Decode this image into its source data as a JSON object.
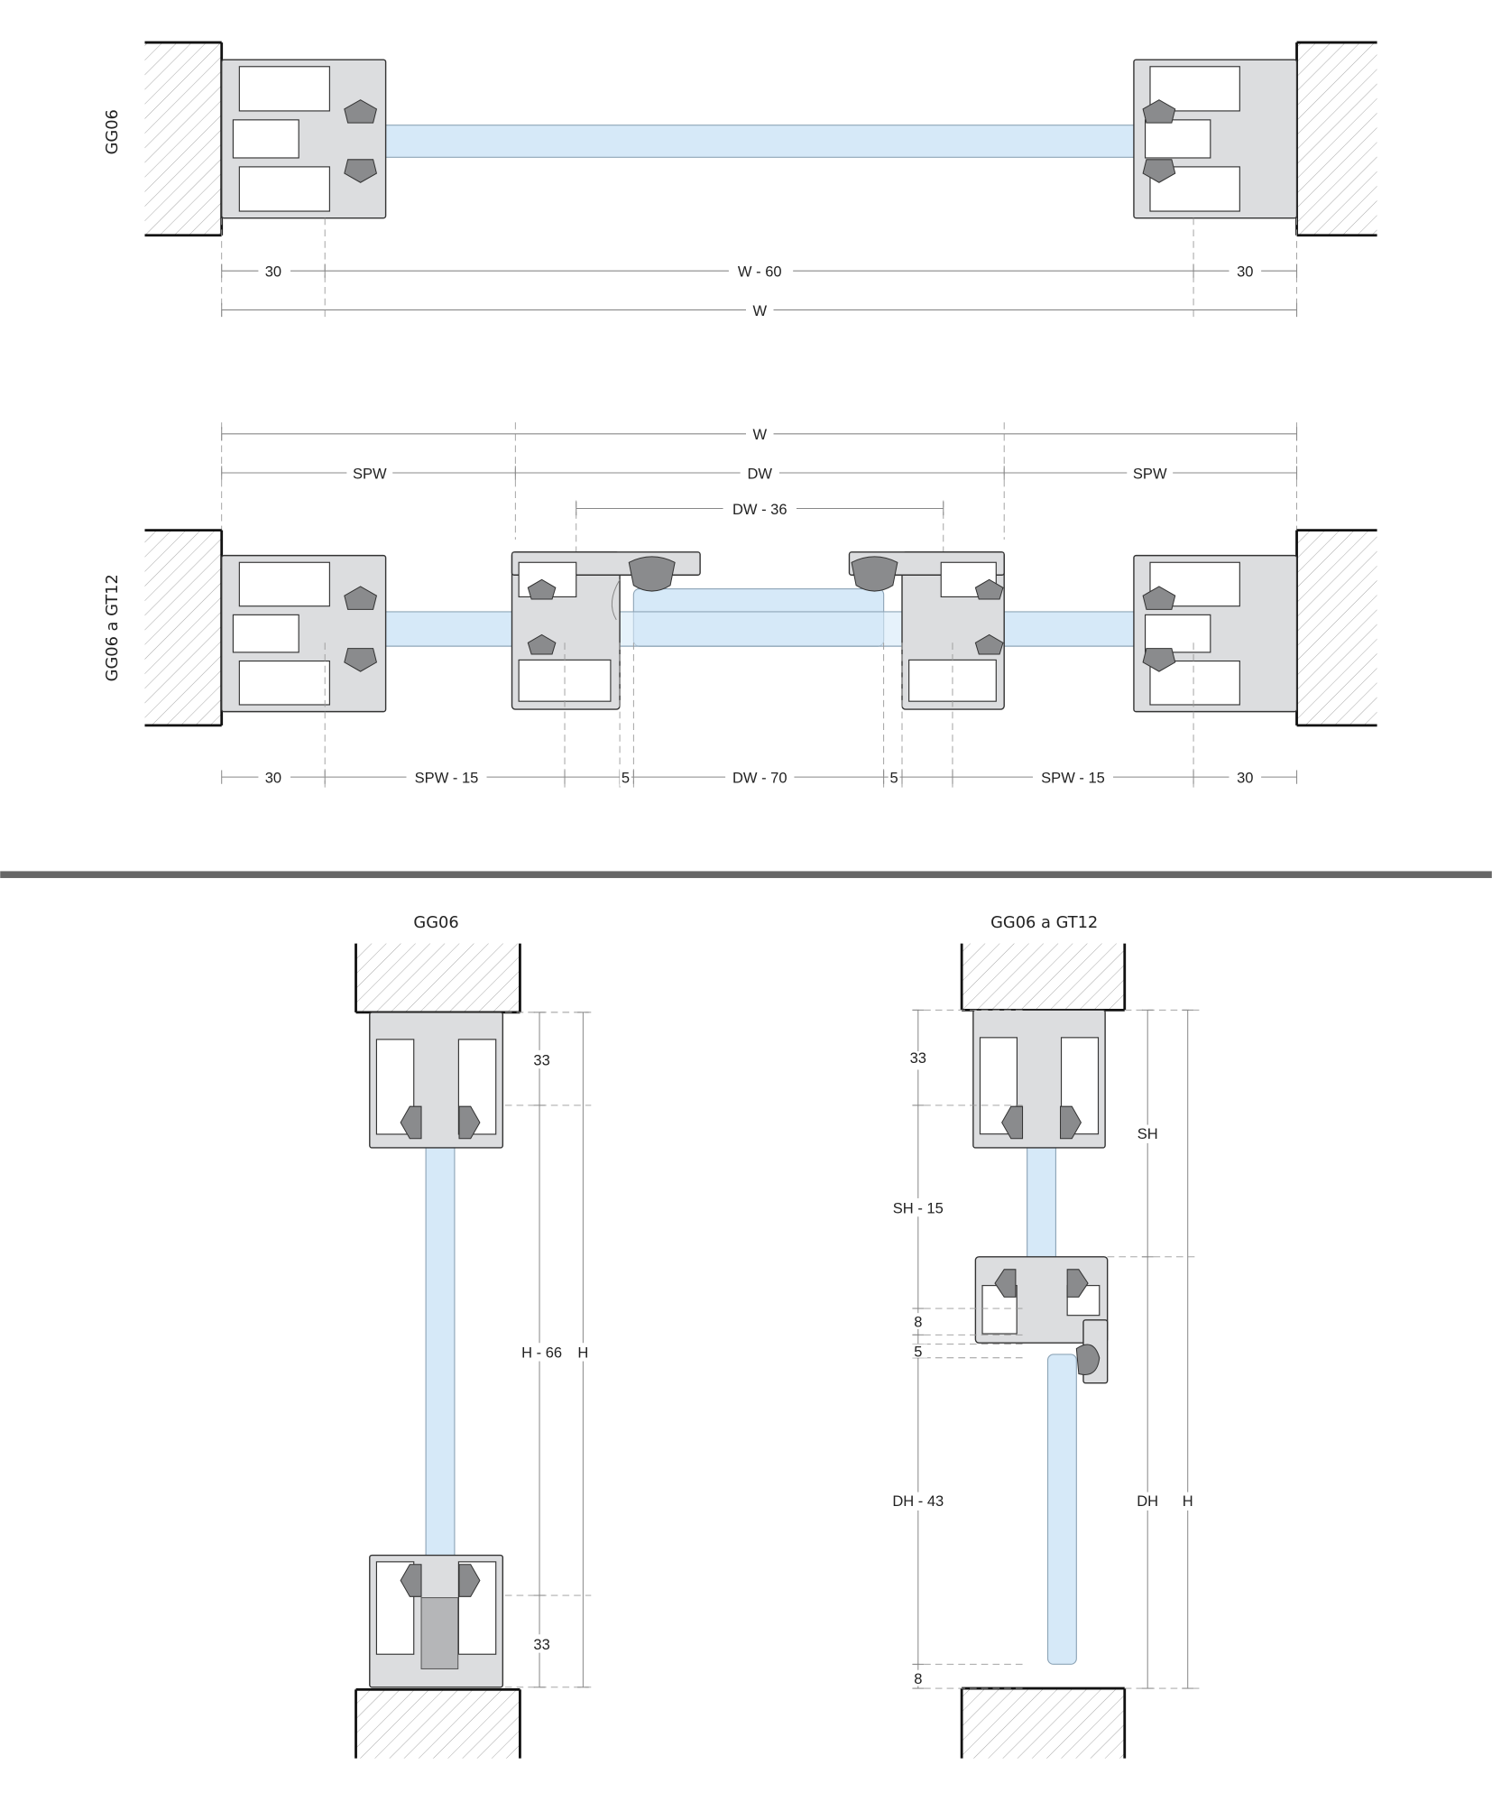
{
  "colors": {
    "glass": "#d6e9f8",
    "profile": "#dcdddf",
    "gasket": "#8a8b8d",
    "separator": "#666666"
  },
  "section_plan_single": {
    "label": "GG06",
    "dims_row1": [
      "30",
      "W - 60",
      "30"
    ],
    "dims_row2": [
      "W"
    ]
  },
  "section_plan_door": {
    "label": "GG06 a GT12",
    "dims_top": {
      "total": "W",
      "side_left": "SPW",
      "door": "DW",
      "side_right": "SPW",
      "door_inner": "DW - 36"
    },
    "dims_bottom": [
      "30",
      "SPW - 15",
      "5",
      "DW - 70",
      "5",
      "SPW - 15",
      "30"
    ]
  },
  "section_vertical_single": {
    "title": "GG06",
    "dims": {
      "top": "33",
      "glass": "H - 66",
      "bottom": "33",
      "total": "H"
    }
  },
  "section_vertical_door": {
    "title": "GG06 a GT12",
    "dims_left": [
      "33",
      "SH - 15",
      "8",
      "5",
      "DH - 43",
      "8"
    ],
    "dims_right": {
      "side": "SH",
      "door": "DH",
      "total": "H"
    }
  }
}
